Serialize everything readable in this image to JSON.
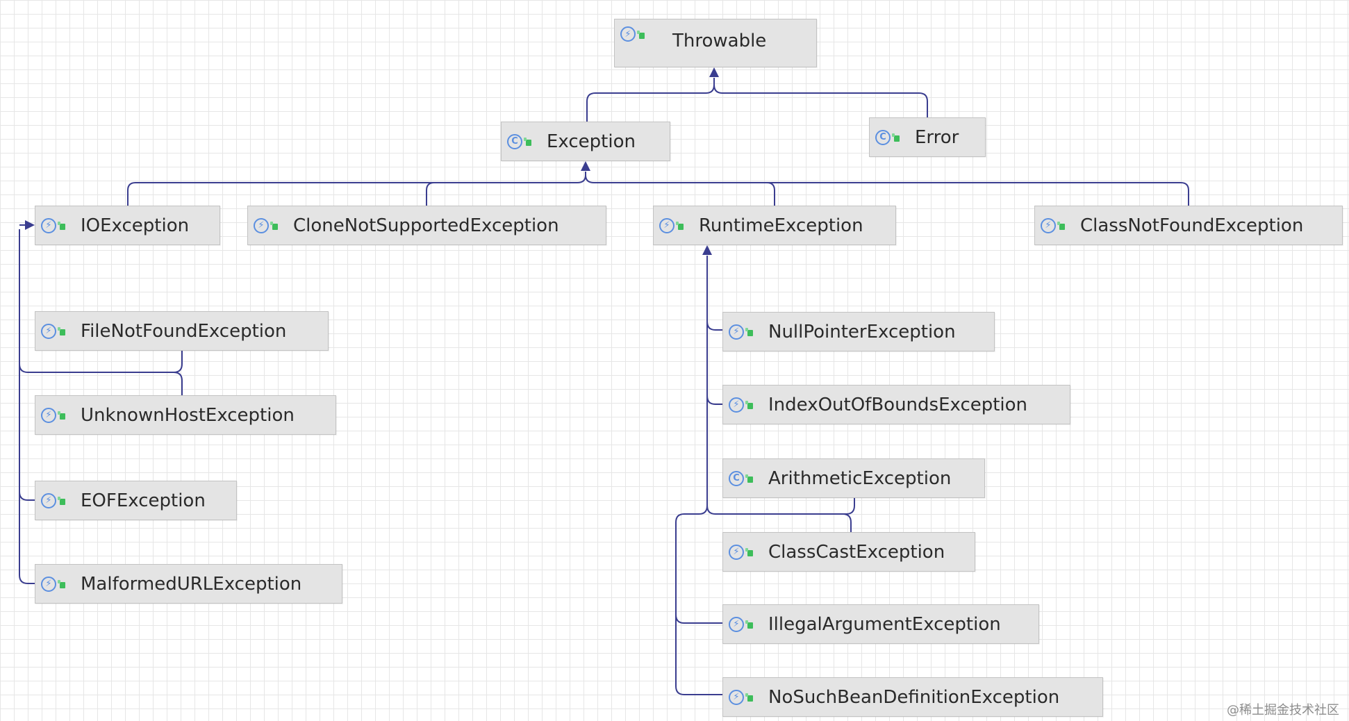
{
  "diagram": {
    "nodes": [
      {
        "id": "throwable",
        "label": "Throwable",
        "icon": "abstract-class-icon"
      },
      {
        "id": "exception",
        "label": "Exception",
        "icon": "class-icon"
      },
      {
        "id": "error",
        "label": "Error",
        "icon": "class-icon"
      },
      {
        "id": "ioexception",
        "label": "IOException",
        "icon": "abstract-class-icon"
      },
      {
        "id": "clonenotsupported",
        "label": "CloneNotSupportedException",
        "icon": "abstract-class-icon"
      },
      {
        "id": "runtime",
        "label": "RuntimeException",
        "icon": "abstract-class-icon"
      },
      {
        "id": "classnotfound",
        "label": "ClassNotFoundException",
        "icon": "abstract-class-icon"
      },
      {
        "id": "filenotfound",
        "label": "FileNotFoundException",
        "icon": "abstract-class-icon"
      },
      {
        "id": "unknownhost",
        "label": "UnknownHostException",
        "icon": "abstract-class-icon"
      },
      {
        "id": "eof",
        "label": "EOFException",
        "icon": "abstract-class-icon"
      },
      {
        "id": "malformedurl",
        "label": "MalformedURLException",
        "icon": "abstract-class-icon"
      },
      {
        "id": "nullpointer",
        "label": "NullPointerException",
        "icon": "abstract-class-icon"
      },
      {
        "id": "indexoutofbounds",
        "label": "IndexOutOfBoundsException",
        "icon": "abstract-class-icon"
      },
      {
        "id": "arithmetic",
        "label": "ArithmeticException",
        "icon": "class-icon"
      },
      {
        "id": "classcast",
        "label": "ClassCastException",
        "icon": "abstract-class-icon"
      },
      {
        "id": "illegalargument",
        "label": "IllegalArgumentException",
        "icon": "abstract-class-icon"
      },
      {
        "id": "nosuchbean",
        "label": "NoSuchBeanDefinitionException",
        "icon": "abstract-class-icon"
      }
    ],
    "edges": [
      {
        "from": "exception",
        "to": "throwable"
      },
      {
        "from": "error",
        "to": "throwable"
      },
      {
        "from": "ioexception",
        "to": "exception"
      },
      {
        "from": "clonenotsupported",
        "to": "exception"
      },
      {
        "from": "runtime",
        "to": "exception"
      },
      {
        "from": "classnotfound",
        "to": "exception"
      },
      {
        "from": "filenotfound",
        "to": "ioexception"
      },
      {
        "from": "unknownhost",
        "to": "ioexception"
      },
      {
        "from": "eof",
        "to": "ioexception"
      },
      {
        "from": "malformedurl",
        "to": "ioexception"
      },
      {
        "from": "nullpointer",
        "to": "runtime"
      },
      {
        "from": "indexoutofbounds",
        "to": "runtime"
      },
      {
        "from": "arithmetic",
        "to": "runtime"
      },
      {
        "from": "classcast",
        "to": "runtime"
      },
      {
        "from": "illegalargument",
        "to": "runtime"
      },
      {
        "from": "nosuchbean",
        "to": "runtime"
      }
    ],
    "edge_color": "#3a3d8f",
    "icon_color": "#5b8fe0",
    "access_color": "#3dbd5a"
  },
  "watermark": "@稀土掘金技术社区"
}
